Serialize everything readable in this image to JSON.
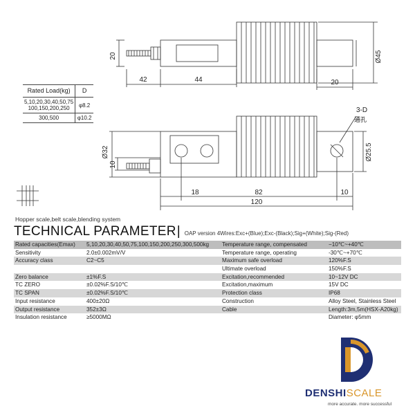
{
  "drawing": {
    "dims": {
      "top_height_left": "20",
      "top_len_42": "42",
      "top_len_44": "44",
      "top_right_20": "20",
      "top_dia_45": "Ø45",
      "label_3d": "3-D",
      "label_through": "通孔",
      "side_dia_32": "Ø32",
      "side_10": "10",
      "side_dia_25_5": "Ø25.5",
      "dim_18": "18",
      "dim_82": "82",
      "dim_10": "10",
      "dim_120": "120"
    }
  },
  "load_table": {
    "header_load": "Rated Load(kg)",
    "header_d": "D",
    "rows": [
      {
        "load_line1": "5,10,20,30,40,50,75",
        "load_line2": "100,150,200,250",
        "d": "φ8.2"
      },
      {
        "load_line1": "300,500",
        "load_line2": "",
        "d": "φ10.2"
      }
    ]
  },
  "header": {
    "subtitle": "Hopper scale,belt scale,blending system",
    "title": "TECHNICAL PARAMETER",
    "title_sep": "|",
    "oap_note": "OAP version 4Wires:Exc+(Blue);Exc-(Black);Sig+(White);Sig-(Red)"
  },
  "params": [
    {
      "l1": "Rated capacities(Emax)",
      "v1": "5,10,20,30,40,50,75,100,150,200,250,300,500kg",
      "l2": "Temperature range, compensated",
      "v2": "−10℃~+40℃"
    },
    {
      "l1": "Sensitivity",
      "v1": "2.0±0.002mV/V",
      "l2": "Temperature range, operating",
      "v2": "-30℃~+70℃"
    },
    {
      "l1": "Accuracy class",
      "v1": "C2~C5",
      "l2": "Maximum safe overload",
      "v2": "120%F.S"
    },
    {
      "l1": "",
      "v1": "",
      "l2": "Ultimate overload",
      "v2": "150%F.S"
    },
    {
      "l1": "Zero balance",
      "v1": "±1%F.S",
      "l2": "Excitation,recommended",
      "v2": "10~12V DC"
    },
    {
      "l1": "TC ZERO",
      "v1": "±0.02%F.S/10℃",
      "l2": "Excitation,maximum",
      "v2": "15V DC"
    },
    {
      "l1": "TC SPAN",
      "v1": "±0.02%F.S/10℃",
      "l2": "Protection class",
      "v2": "IP68"
    },
    {
      "l1": "Input resistance",
      "v1": "400±20Ω",
      "l2": "Construction",
      "v2": "Alloy Steel,  Stainless Steel"
    },
    {
      "l1": "Output resistance",
      "v1": "352±3Ω",
      "l2": "Cable",
      "v2": "Length:3m,5m(HSX-A20kg)"
    },
    {
      "l1": "Insulation resistance",
      "v1": "≥5000MΩ",
      "l2": "",
      "v2": "Diameter: φ5mm"
    }
  ],
  "brand": {
    "name_part1": "DENSHI",
    "name_part2": "SCALE",
    "tagline": "more accurate. more successful",
    "colors": {
      "navy": "#1f2f73",
      "gold": "#d9962b"
    }
  }
}
